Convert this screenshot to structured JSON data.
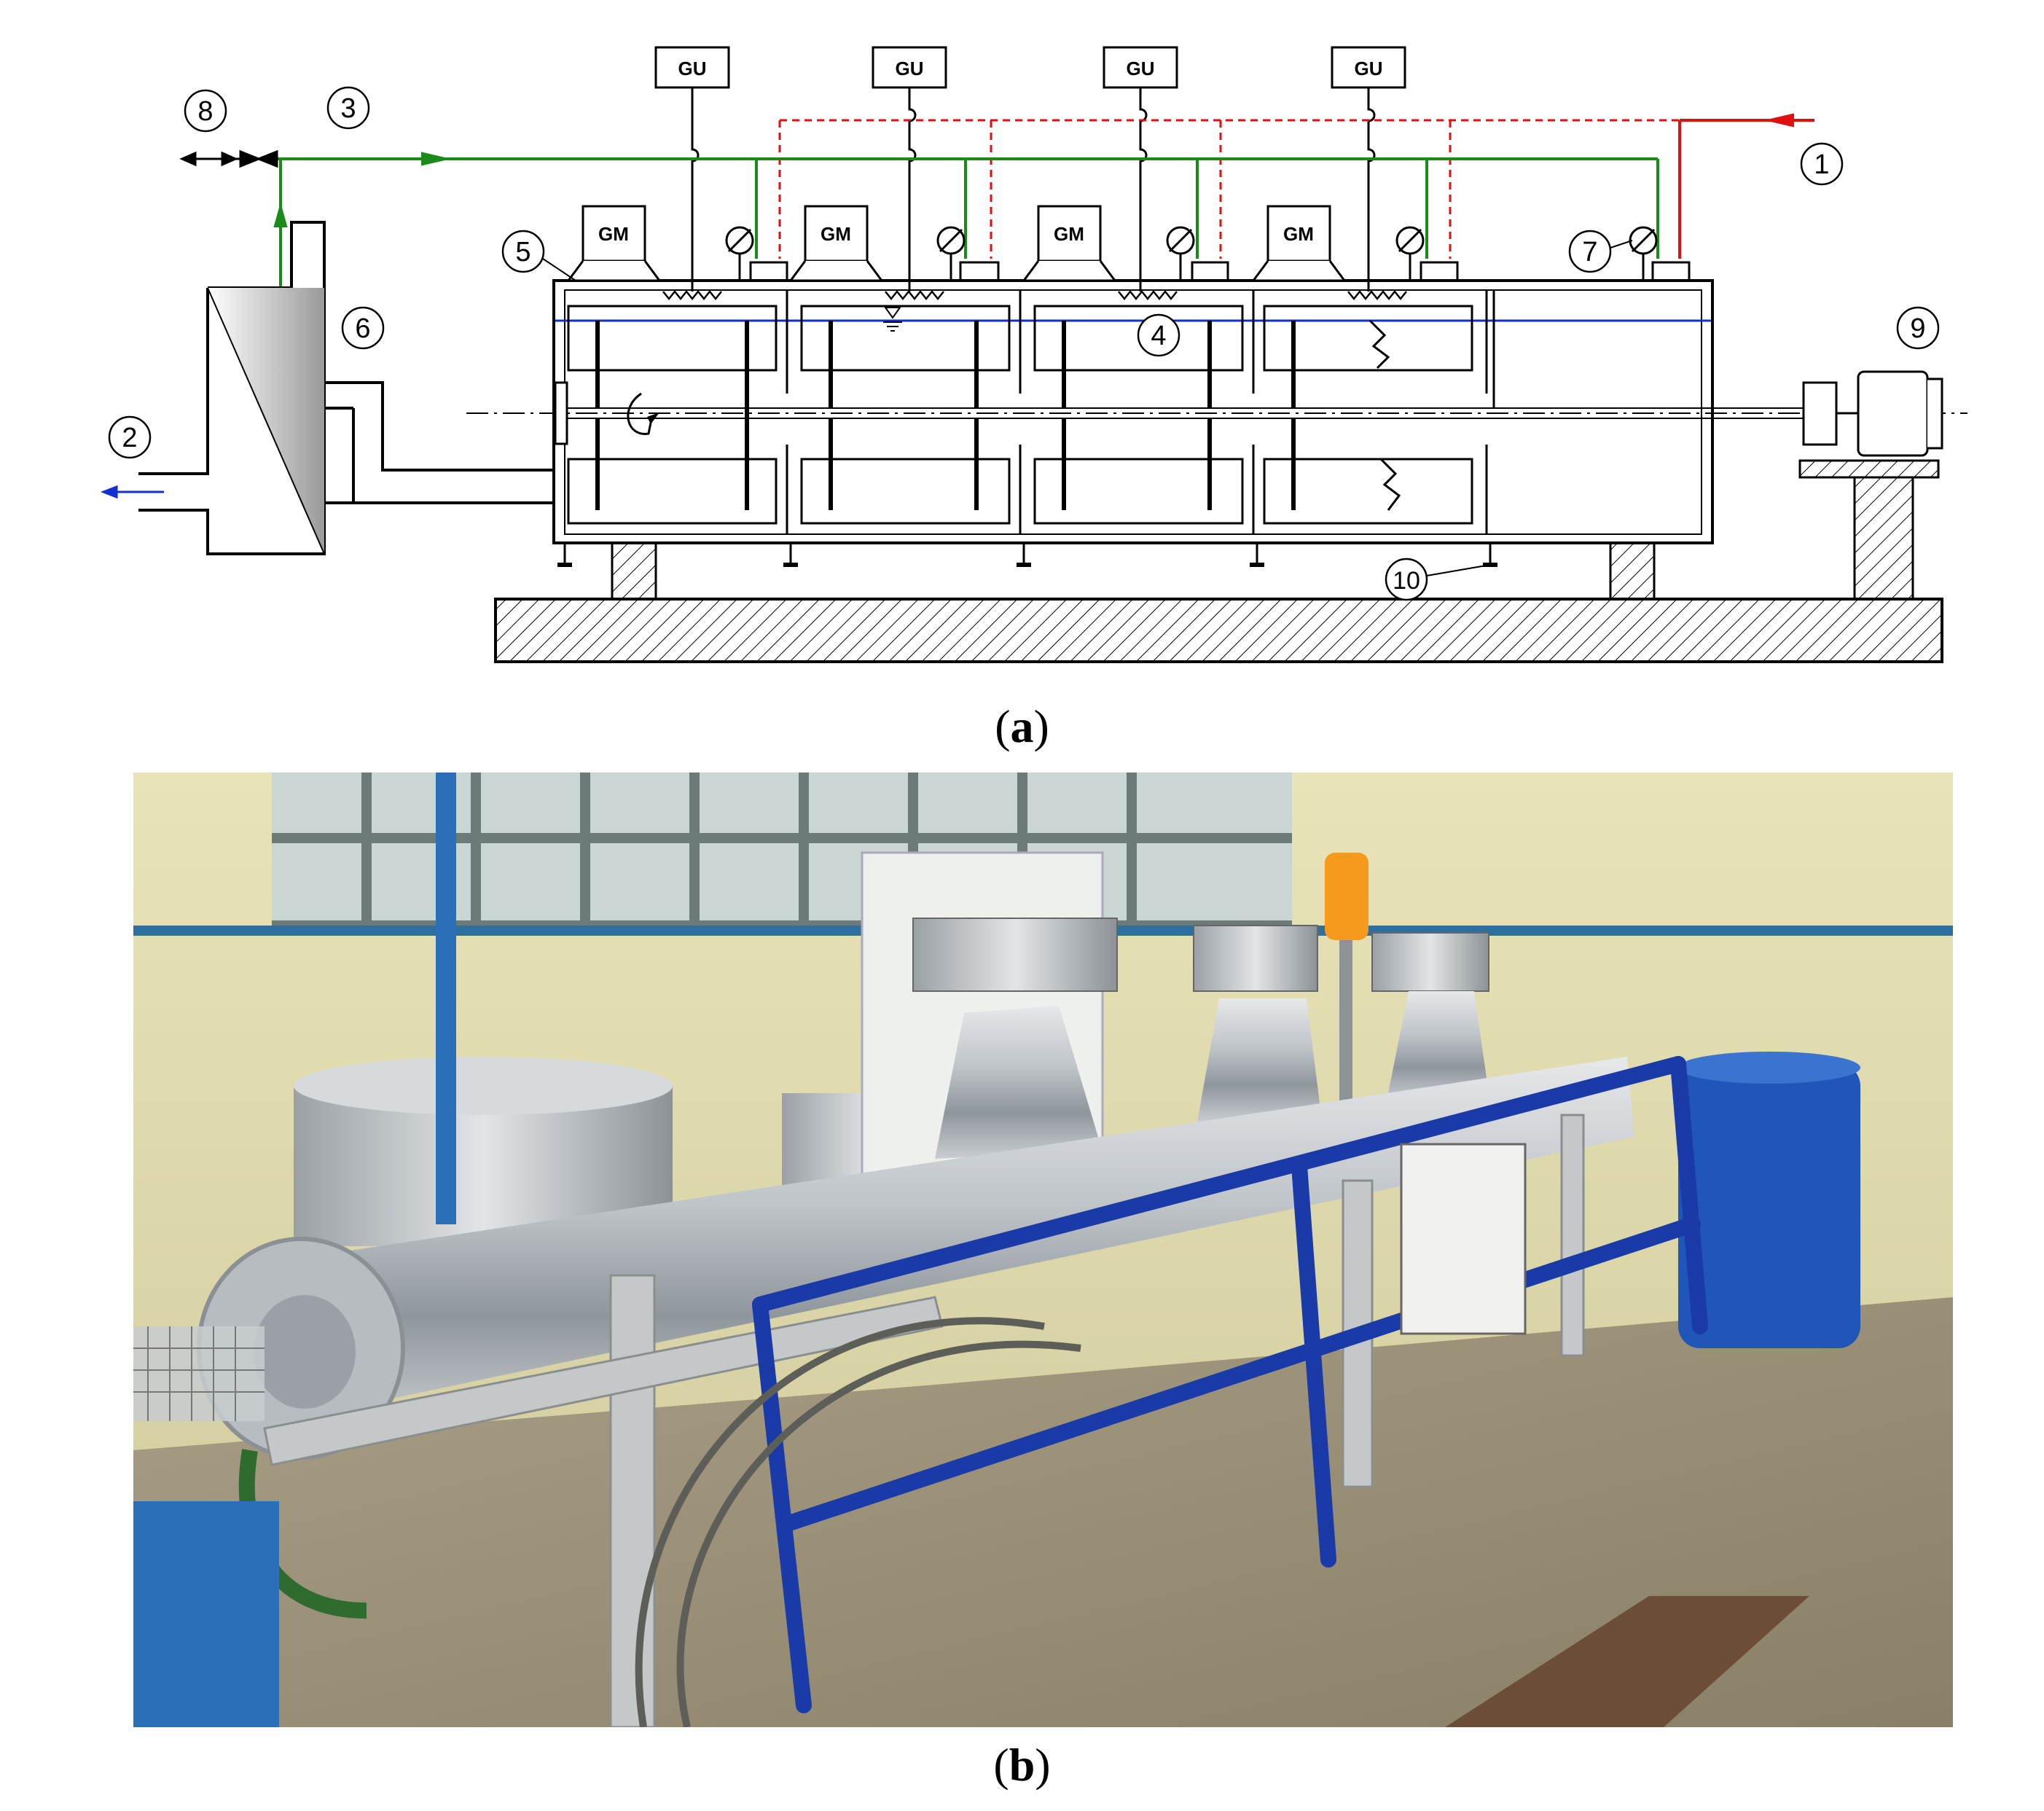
{
  "labels": {
    "gu": "GU",
    "gm": "GM",
    "callouts": [
      "1",
      "2",
      "3",
      "4",
      "5",
      "6",
      "7",
      "8",
      "9",
      "10"
    ]
  },
  "captions": {
    "a": "a",
    "b": "b"
  },
  "colors": {
    "steam_line": "#1a8a1a",
    "supply_line": "#e01010",
    "outlet_arrow": "#1030d0",
    "level_line": "#1030d0",
    "hatch": "#000000"
  }
}
